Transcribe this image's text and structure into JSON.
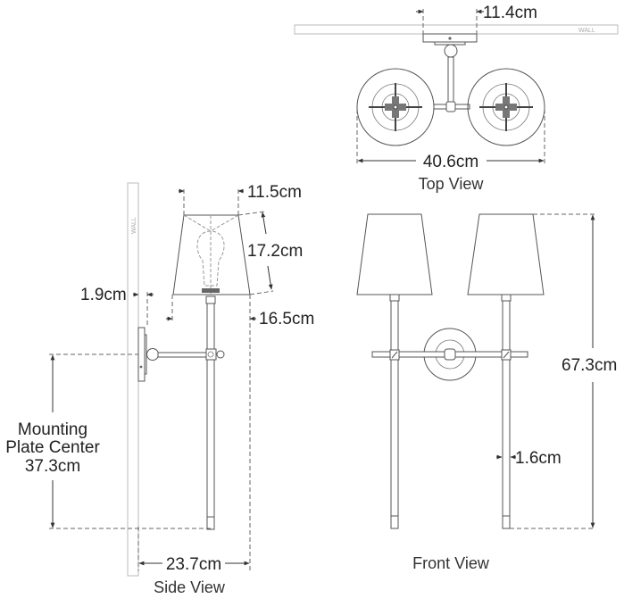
{
  "diagram": {
    "top_view": {
      "title": "Top View",
      "wall_label": "WALL",
      "dimensions": {
        "plate_width": "11.4cm",
        "overall_width": "40.6cm"
      }
    },
    "side_view": {
      "title": "Side View",
      "wall_label": "WALL",
      "dimensions": {
        "shade_top_diameter": "11.5cm",
        "shade_height": "17.2cm",
        "shade_bottom_diameter": "16.5cm",
        "plate_depth": "1.9cm",
        "overall_extension": "23.7cm"
      },
      "mounting_label_line1": "Mounting",
      "mounting_label_line2": "Plate Center",
      "mounting_value": "37.3cm"
    },
    "front_view": {
      "title": "Front View",
      "dimensions": {
        "overall_height": "67.3cm",
        "rod_diameter": "1.6cm"
      }
    }
  }
}
